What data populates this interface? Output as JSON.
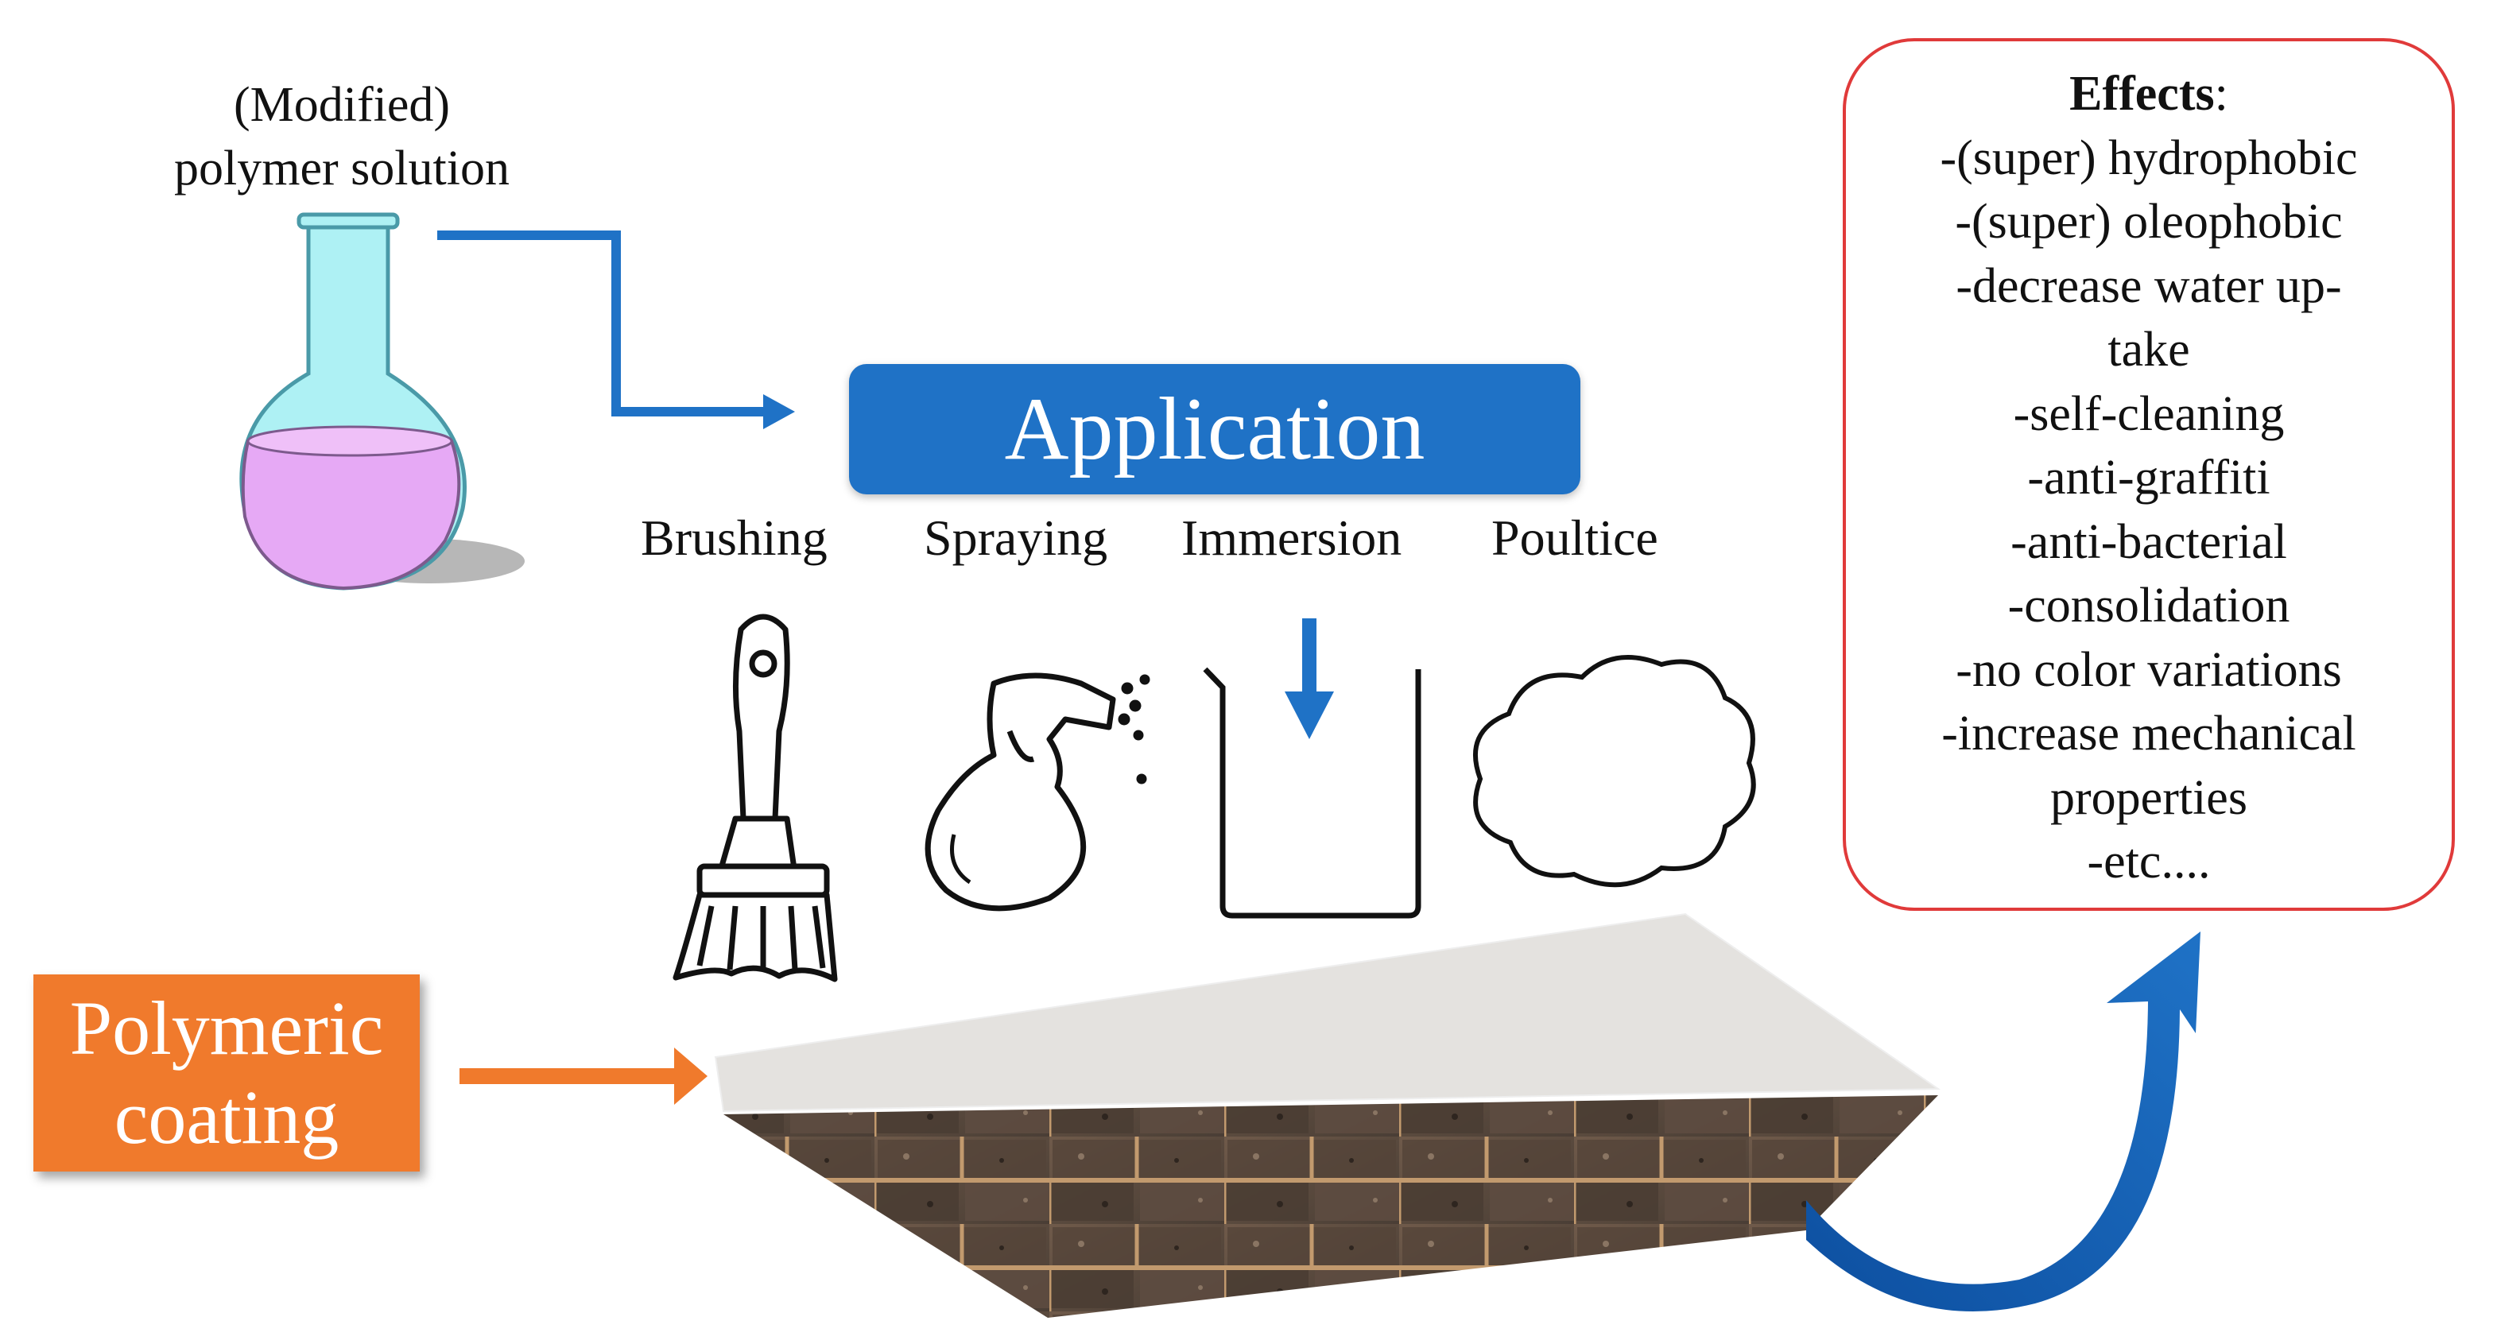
{
  "flask": {
    "label_line1": "(Modified)",
    "label_line2": "polymer solution",
    "liquid_color": "#e6a9f5",
    "glass_color": "#aef1f4"
  },
  "application": {
    "title": "Application",
    "color": "#1f72c6",
    "methods": [
      "Brushing",
      "Spraying",
      "Immersion",
      "Poultice"
    ],
    "method_icons": [
      "paintbrush-icon",
      "spray-bottle-icon",
      "beaker-icon",
      "cloud-poultice-icon"
    ]
  },
  "coating": {
    "line1": "Polymeric",
    "line2": "coating",
    "color": "#f07a2c"
  },
  "effects": {
    "title": "Effects",
    "title_suffix": ":",
    "items": [
      "-(super) hydrophobic",
      "-(super) oleophobic",
      "-decrease water up-",
      "take",
      "-self-cleaning",
      "-anti-graffiti",
      "-anti-bacterial",
      "-consolidation",
      "-no color variations",
      "-increase mechanical",
      "properties",
      "-etc...."
    ],
    "border_color": "#e03a3a"
  },
  "arrows": {
    "blue": "#1f72c6",
    "orange": "#f07a2c"
  }
}
